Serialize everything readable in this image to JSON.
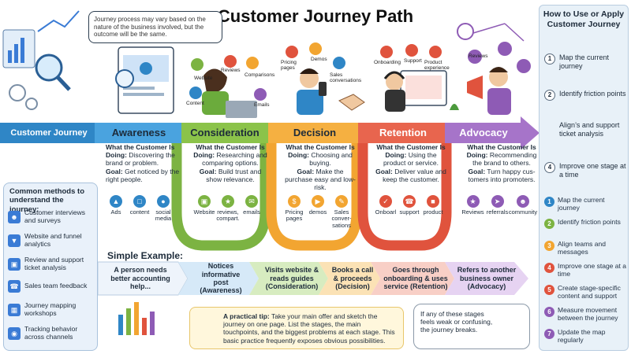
{
  "title": "Customer Journey Path",
  "bubble_text": "Journey process may vary based on the nature of the business involved, but the outcome will be the same.",
  "journey_label": "Customer Journey Path",
  "stages": [
    {
      "name": "Awareness",
      "doing_label": "What the Customer Is Doing:",
      "doing": "Discovering the brand or problem.",
      "goal_label": "Goal:",
      "goal": "Get noticed by the right people.",
      "icons": [
        "Ads",
        "content",
        "social media"
      ]
    },
    {
      "name": "Consideration",
      "doing_label": "What the Customer Is Doing:",
      "doing": "Researching and comparing options.",
      "goal_label": "Goal:",
      "goal": "Build trust and show relevance.",
      "icons": [
        "Website",
        "reviews, compart.",
        "emails"
      ]
    },
    {
      "name": "Decision",
      "doing_label": "What the Customer Is Doing:",
      "doing": "Choosing and buying.",
      "goal_label": "Goal:",
      "goal": "Make the purchase easy and low-risk.",
      "icons": [
        "Pricing pages",
        "demos",
        "Sales conver-sations"
      ]
    },
    {
      "name": "Retention",
      "doing_label": "What the Customer Is Doing:",
      "doing": "Using the product or service.",
      "goal_label": "Goal:",
      "goal": "Deliver value and keep the customer.",
      "icons": [
        "Onboarl",
        "support",
        "product"
      ]
    },
    {
      "name": "Advocacy",
      "doing_label": "What the Customer Is Doing:",
      "doing": "Recommending the brand to others.",
      "goal_label": "Goal:",
      "goal": "Turn happy cus-tomers into promoters.",
      "icons": [
        "Reviews",
        "referrals",
        "community"
      ]
    }
  ],
  "scene_labels": {
    "consideration": [
      "Website",
      "Reviews",
      "Comparisons",
      "Content",
      "Emails"
    ],
    "decision": [
      "Pricing pages",
      "Demos",
      "Sales conversations"
    ],
    "retention": [
      "Onboarding",
      "Support",
      "Product experience"
    ],
    "advocacy": [
      "Reviews"
    ]
  },
  "methods": {
    "title": "Common methods to understand the journey:",
    "items": [
      "Customer interviews and surveys",
      "Website and funnel analytics",
      "Review and support ticket analysis",
      "Sales team feedback",
      "Journey mapping workshops",
      "Tracking behavior across channels"
    ]
  },
  "example": {
    "title": "Simple Example:",
    "steps": [
      "A person needs better accounting help...",
      "Notices informative post (Awareness)",
      "Visits website & reads guides (Consideration)",
      "Books a call & proceeds (Decision)",
      "Goes through onboarding & uses service (Retention)",
      "Refers to another business owner (Advocacy)"
    ]
  },
  "tip": {
    "label": "A practical tip:",
    "text": "Take your main offer and sketch the journey on one page. List the stages, the main touchpoints, and the biggest problems at each stage. This basic practice frequently exposes obvious possibilities."
  },
  "weak_note": "If any of these stages feels weak or confusing, the journey breaks.",
  "how_to": {
    "title": "How to Use or Apply Customer Journey",
    "steps": [
      "Map the current journey",
      "Identify friction points",
      "Align’s and support ticket analysis",
      "Improve one stage at a time"
    ],
    "list": [
      "Map the current journey",
      "Identify friction points",
      "Align teams and messages",
      "Improve one stage at a time",
      "Create stage-specific content and support",
      "Measure movement between the journey",
      "Update the map regularly"
    ]
  },
  "colors": {
    "awareness": "#2f86c6",
    "consideration": "#7cb342",
    "decision": "#f2a531",
    "retention": "#e0533d",
    "advocacy": "#8e5bb5",
    "panel": "#e8f1f8"
  }
}
